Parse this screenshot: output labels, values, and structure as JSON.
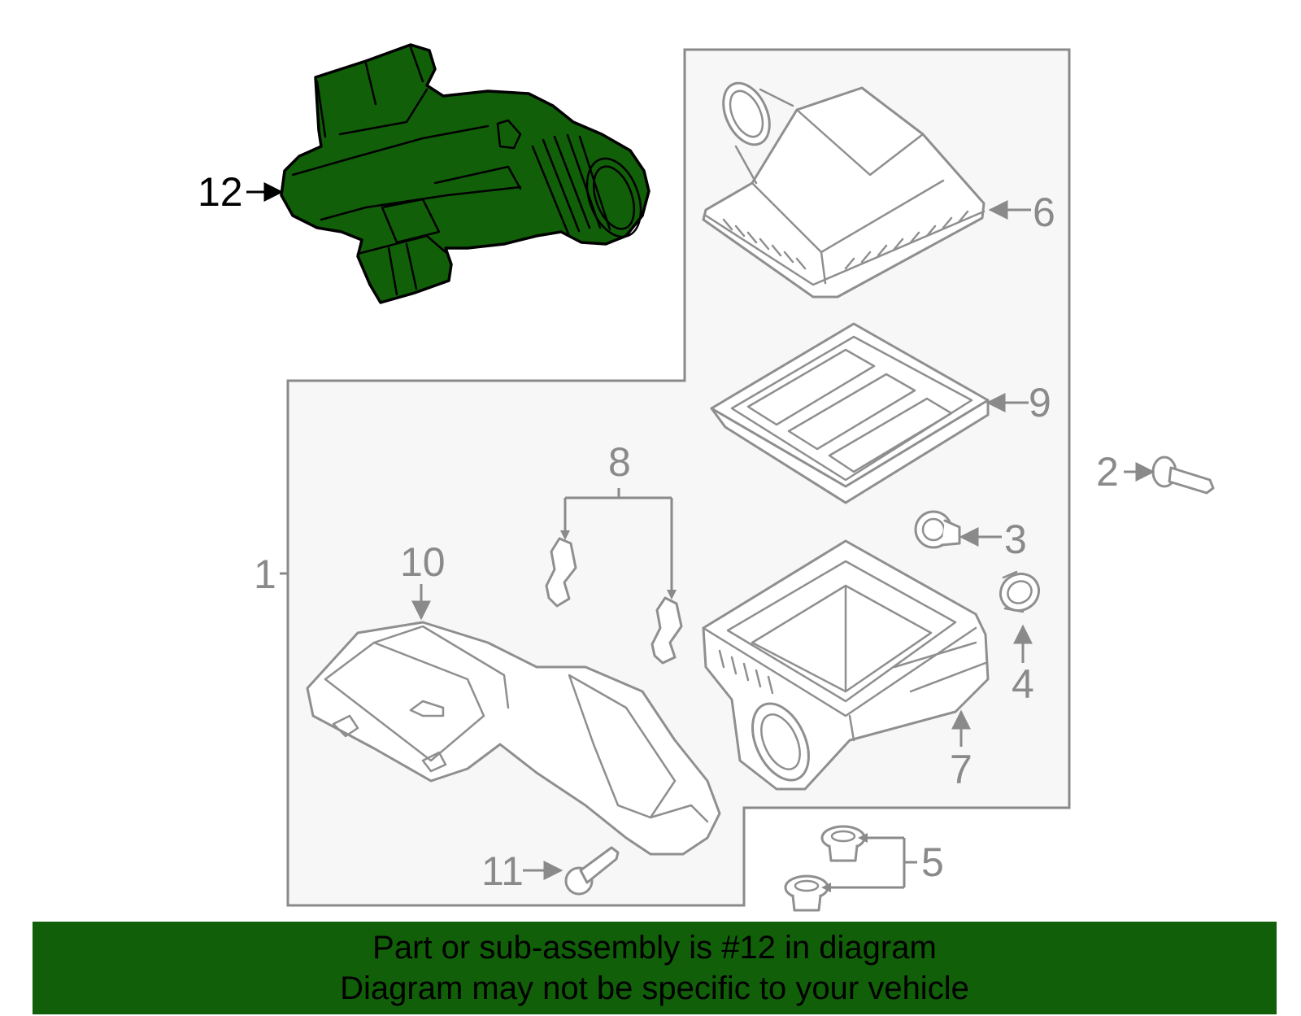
{
  "colors": {
    "highlight_part": "#115f08",
    "banner_background": "#115f08",
    "callout_text": "#8a8a8a",
    "highlight_callout_text": "#000000",
    "panel_fill": "#f7f7f7",
    "panel_stroke": "#8a8a8a"
  },
  "callouts": {
    "c1": "1",
    "c2": "2",
    "c3": "3",
    "c4": "4",
    "c5": "5",
    "c6": "6",
    "c7": "7",
    "c8": "8",
    "c9": "9",
    "c10": "10",
    "c11": "11",
    "c12": "12"
  },
  "highlighted_callout": "12",
  "banner": {
    "line1": "Part or sub-assembly is #12 in diagram",
    "line2": "Diagram may not be specific to your vehicle"
  }
}
